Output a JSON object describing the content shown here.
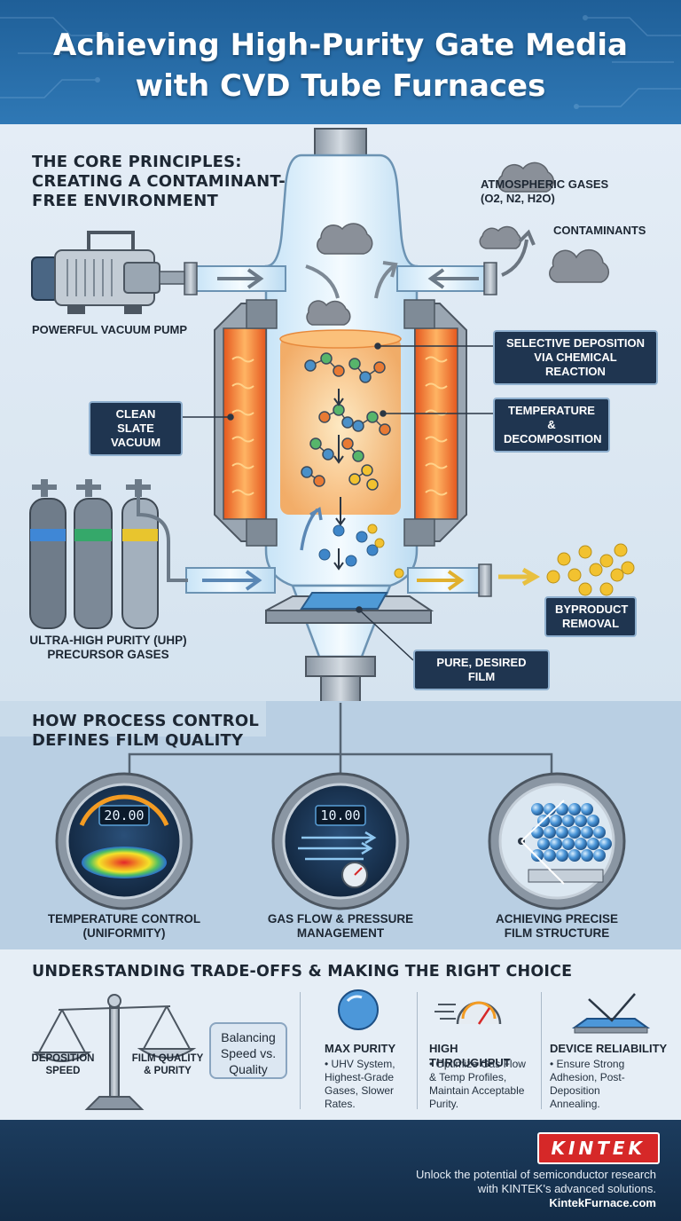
{
  "header": {
    "title": "Achieving High-Purity Gate Media\nwith CVD Tube Furnaces"
  },
  "principles": {
    "heading": "The Core Principles:\nCreating a Contaminant-\nFree Environment",
    "vacuum_pump": "Powerful Vacuum Pump",
    "atmospheric_gases": "Atmospheric Gases\n(O2, N2, H2O)",
    "contaminants": "Contaminants",
    "selective_deposition": "Selective Deposition\nvia Chemical Reaction",
    "clean_slate": "Clean Slate\nVacuum",
    "temperature_decomposition": "Temperature &\nDecomposition",
    "uhp_gases": "Ultra-High Purity (UHP)\nPrecursor Gases",
    "byproduct_removal": "Byproduct\nRemoval",
    "pure_film": "Pure, Desired Film"
  },
  "process_control": {
    "heading": "How Process Control\nDefines Film Quality",
    "items": [
      {
        "label": "Temperature Control\n(Uniformity)",
        "readout": "20.00"
      },
      {
        "label": "Gas Flow & Pressure\nManagement",
        "readout": "10.00"
      },
      {
        "label": "Achieving Precise\nFilm Structure"
      }
    ]
  },
  "tradeoffs": {
    "heading": "Understanding Trade-offs & Making the Right Choice",
    "scale_left": "Deposition\nSpeed",
    "scale_right": "Film Quality\n& Purity",
    "balance": "Balancing\nSpeed vs.\nQuality",
    "cards": [
      {
        "title": "Max Purity",
        "bullet": "UHV System, Highest-Grade Gases, Slower Rates."
      },
      {
        "title": "High Throughput",
        "bullet": "Optimize Gas Flow & Temp Profiles, Maintain Acceptable Purity."
      },
      {
        "title": "Device Reliability",
        "bullet": "Ensure Strong Adhesion, Post-Deposition Annealing."
      }
    ]
  },
  "footer": {
    "brand": "KINTEK",
    "tagline": "Unlock the potential of semiconductor research\nwith KINTEK's advanced solutions.",
    "website": "KintekFurnace.com"
  },
  "colors": {
    "header_blue": "#2a6fae",
    "heater_orange": "#f07a2a",
    "callout_navy": "#1f3550",
    "byproduct_yellow": "#f2c230",
    "brand_red": "#d62828"
  }
}
